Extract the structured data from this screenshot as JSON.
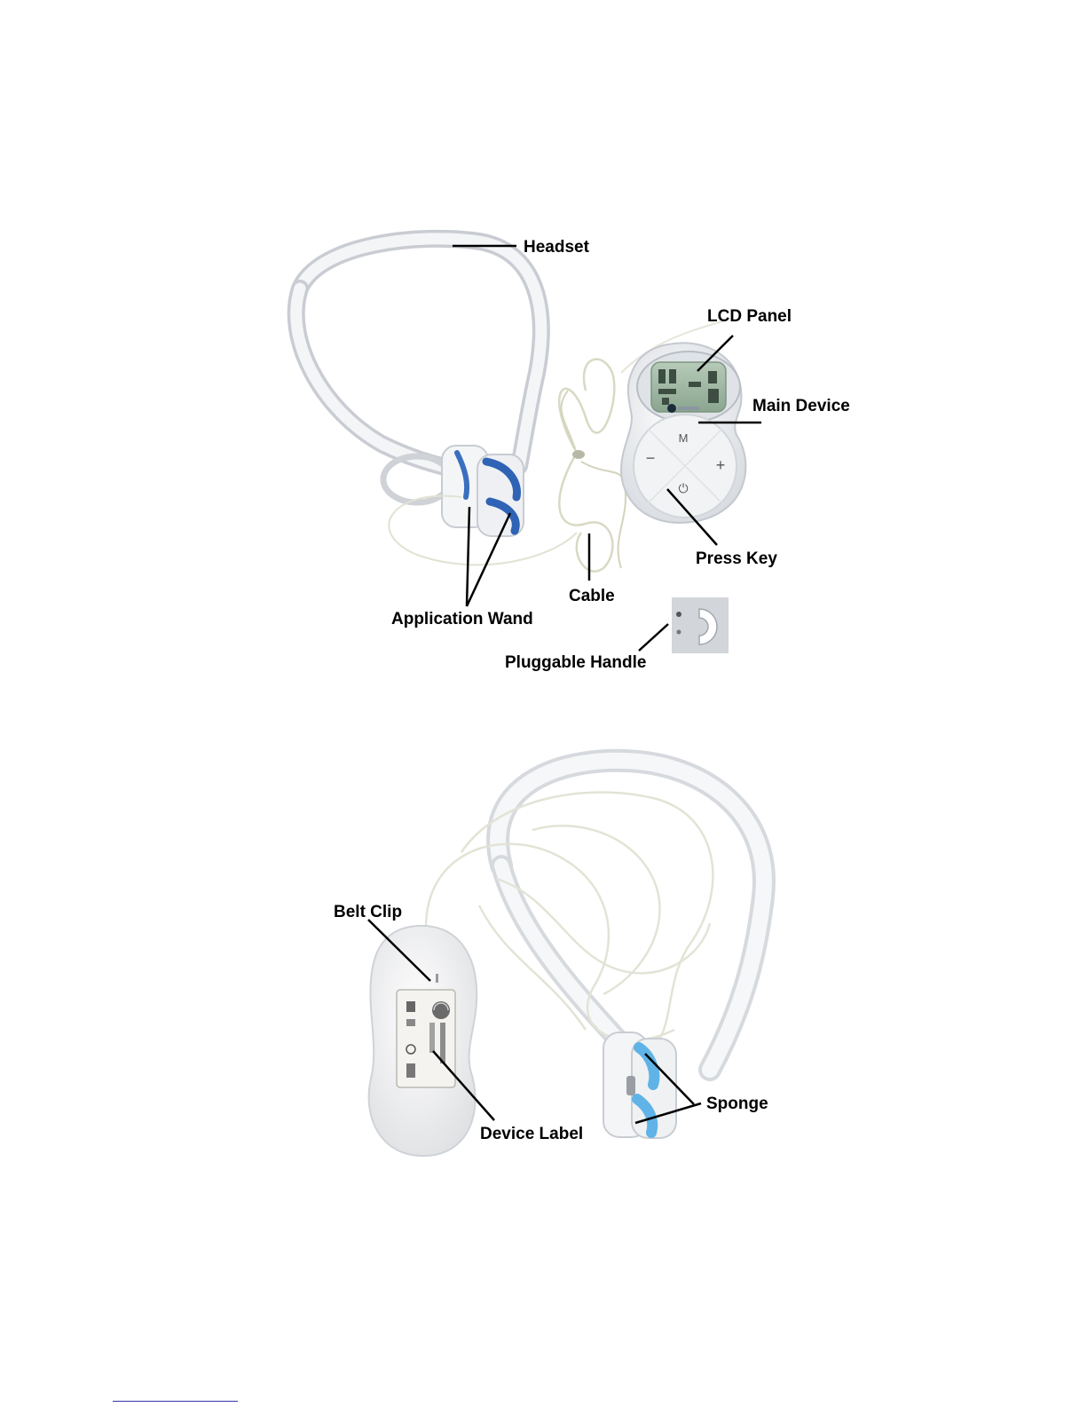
{
  "figure_top": {
    "labels": {
      "headset": "Headset",
      "lcd_panel": "LCD Panel",
      "main_device": "Main Device",
      "press_key": "Press Key",
      "cable": "Cable",
      "application_wand": "Application Wand",
      "pluggable_handle": "Pluggable Handle"
    },
    "device_buttons": {
      "mode": "M",
      "minus": "−",
      "plus": "+",
      "power": "⏻"
    }
  },
  "figure_bottom": {
    "labels": {
      "belt_clip": "Belt Clip",
      "device_label": "Device Label",
      "sponge": "Sponge"
    }
  },
  "colors": {
    "device_white": "#eef0f2",
    "lcd_green": "#9bb5a0",
    "pad_blue": "#2f63b5",
    "sponge_blue": "#5fb3e6",
    "cable": "#dcdcc8",
    "label_text": "#000000",
    "leader_line": "#000000"
  }
}
